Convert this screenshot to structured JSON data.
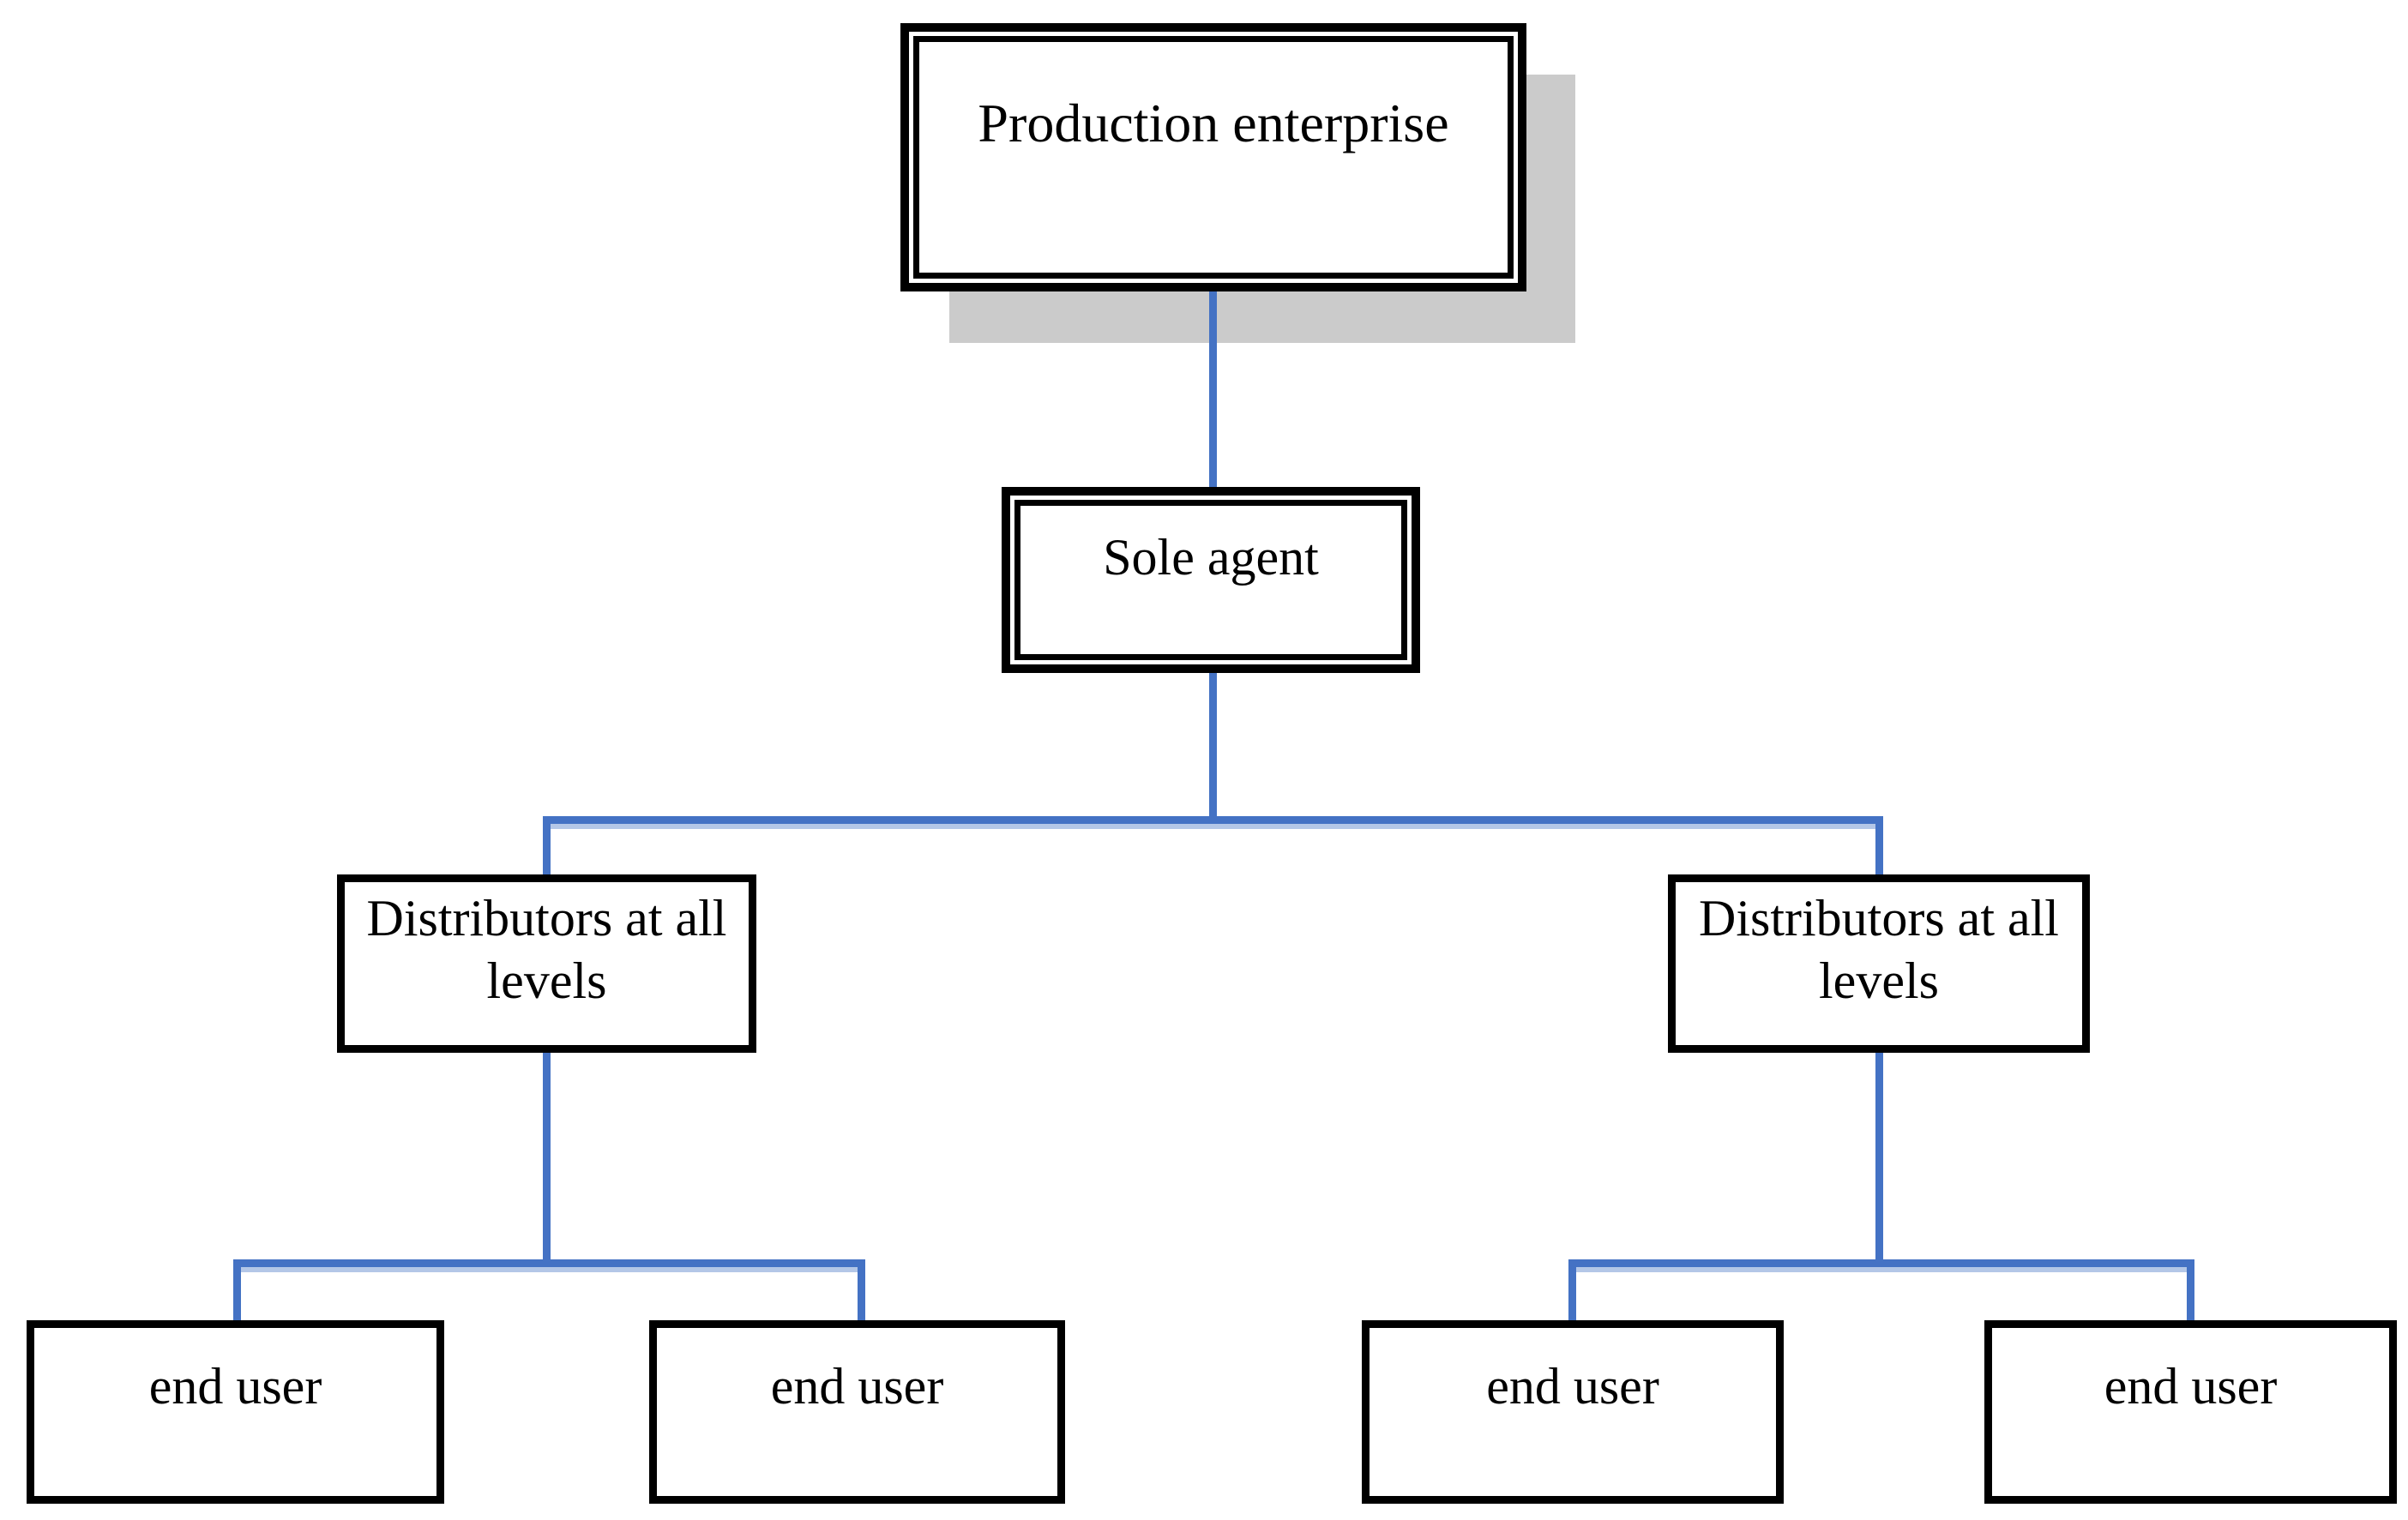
{
  "diagram_type": "distribution-channel-tree",
  "colors": {
    "connector_blue": "#4472C4",
    "connector_blue_light": "#B4C7E7",
    "box_border": "#000000",
    "shadow_gray": "#CBCBCB",
    "background": "#FFFFFF"
  },
  "nodes": {
    "production": {
      "label": "Production enterprise"
    },
    "sole_agent": {
      "label": "Sole agent"
    },
    "distributor_left": {
      "label": "Distributors at all levels"
    },
    "distributor_right": {
      "label": "Distributors at all levels"
    },
    "end_user_1": {
      "label": "end user"
    },
    "end_user_2": {
      "label": "end user"
    },
    "end_user_3": {
      "label": "end user"
    },
    "end_user_4": {
      "label": "end user"
    }
  },
  "edges": [
    {
      "from": "production",
      "to": "sole_agent"
    },
    {
      "from": "sole_agent",
      "to": "distributor_left"
    },
    {
      "from": "sole_agent",
      "to": "distributor_right"
    },
    {
      "from": "distributor_left",
      "to": "end_user_1"
    },
    {
      "from": "distributor_left",
      "to": "end_user_2"
    },
    {
      "from": "distributor_right",
      "to": "end_user_3"
    },
    {
      "from": "distributor_right",
      "to": "end_user_4"
    }
  ]
}
